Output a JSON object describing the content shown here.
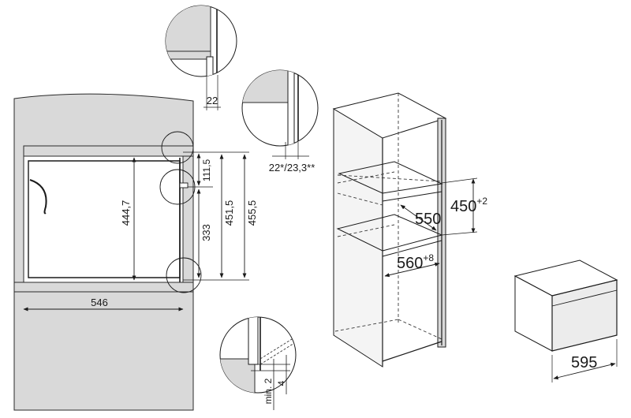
{
  "colors": {
    "wall": "#d9d9d9",
    "wall_edge": "#2a2a2a",
    "line": "#1a1a1a",
    "dashed": "#3a3a3a",
    "cabinet_side": "#f4f4f4",
    "appliance_face": "#ececec"
  },
  "section_view": {
    "dims": {
      "width": "546",
      "inner_height": "444,7",
      "top_offset": "111,5",
      "h1": "333",
      "h2": "451,5",
      "h3": "455,5"
    }
  },
  "detail_top": {
    "dim": "22"
  },
  "detail_mid": {
    "dim": "22*/23,3**"
  },
  "detail_bottom": {
    "dim_a": "min. 2",
    "dim_b": "4"
  },
  "tall_cabinet": {
    "height_base": "450",
    "height_tol": "+2",
    "depth": "550",
    "width_base": "560",
    "width_tol": "+8"
  },
  "appliance": {
    "width": "595"
  }
}
